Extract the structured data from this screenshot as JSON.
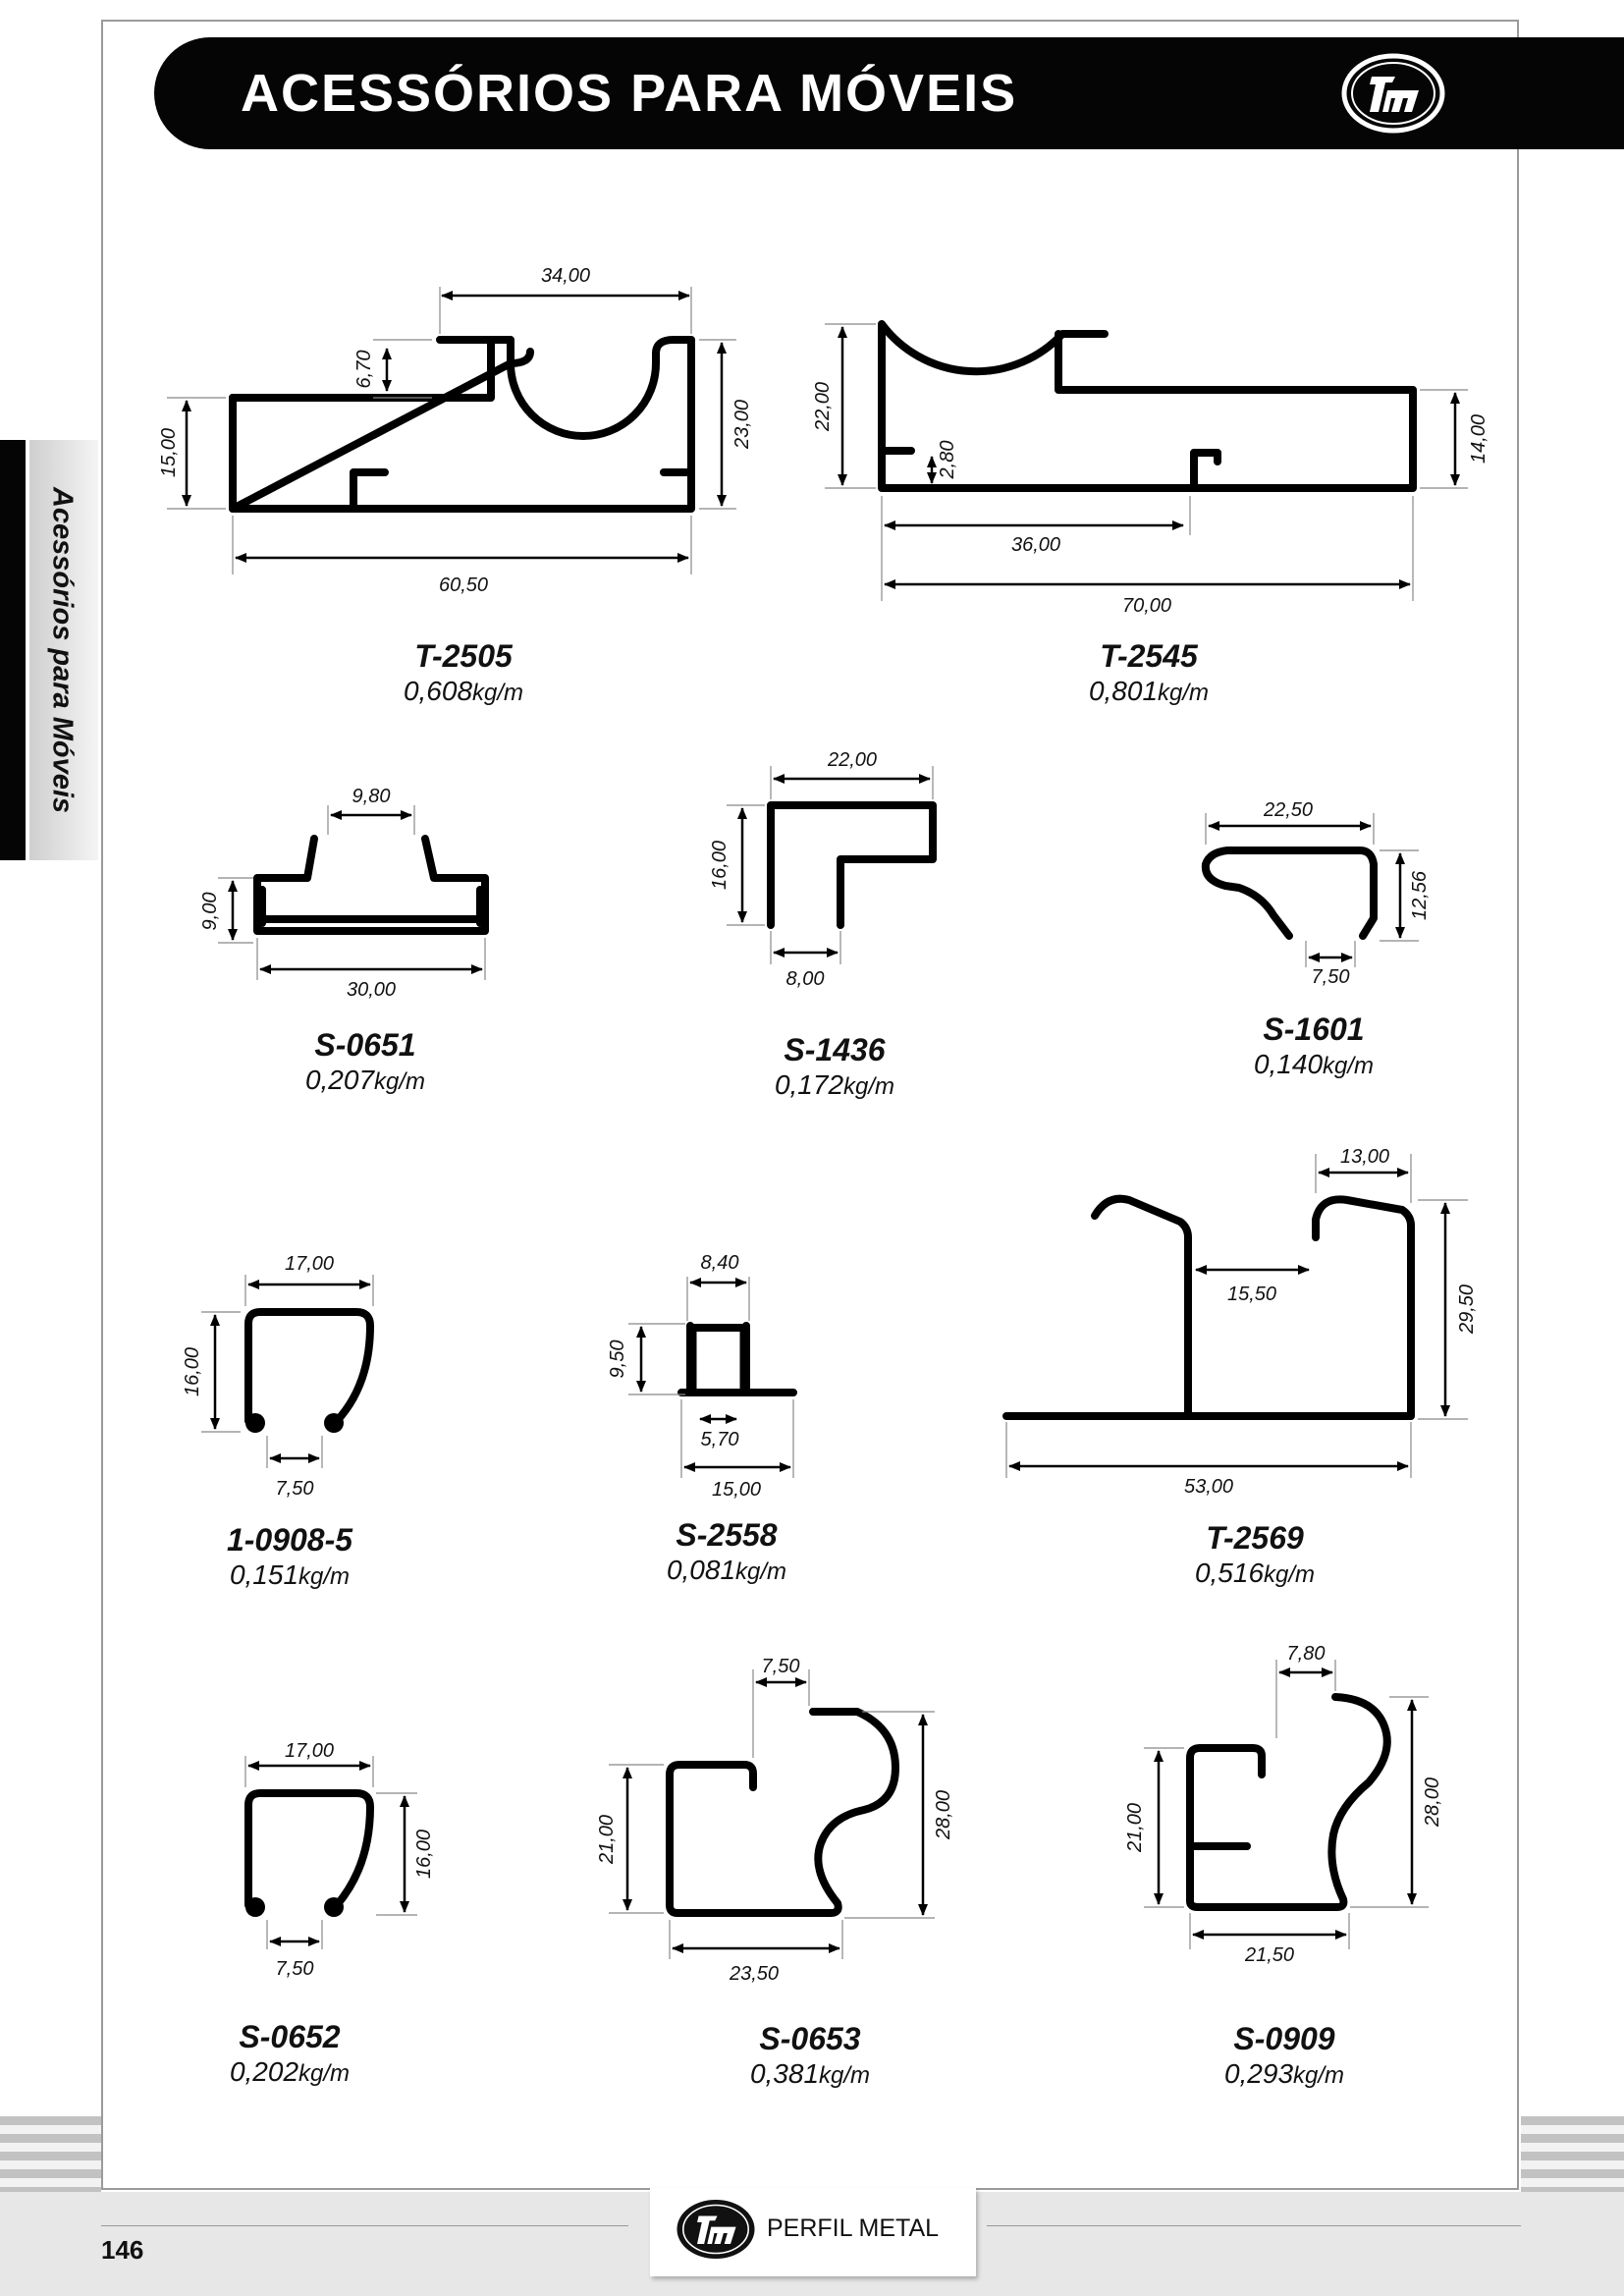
{
  "header": {
    "title": "ACESSÓRIOS PARA MÓVEIS",
    "logo_icon": "perfil-metal-logo-icon"
  },
  "side_tab": {
    "label": "Acessórios para Móveis"
  },
  "products": [
    {
      "code": "T-2505",
      "weight": "0,608",
      "unit": "kg/m",
      "dims": [
        "34,00",
        "6,70",
        "15,00",
        "23,00",
        "60,50"
      ]
    },
    {
      "code": "T-2545",
      "weight": "0,801",
      "unit": "kg/m",
      "dims": [
        "22,00",
        "2,80",
        "14,00",
        "36,00",
        "70,00"
      ]
    },
    {
      "code": "S-0651",
      "weight": "0,207",
      "unit": "kg/m",
      "dims": [
        "9,80",
        "9,00",
        "30,00"
      ]
    },
    {
      "code": "S-1436",
      "weight": "0,172",
      "unit": "kg/m",
      "dims": [
        "22,00",
        "16,00",
        "8,00"
      ]
    },
    {
      "code": "S-1601",
      "weight": "0,140",
      "unit": "kg/m",
      "dims": [
        "22,50",
        "12,56",
        "7,50"
      ]
    },
    {
      "code": "1-0908-5",
      "weight": "0,151",
      "unit": "kg/m",
      "dims": [
        "17,00",
        "16,00",
        "7,50"
      ]
    },
    {
      "code": "S-2558",
      "weight": "0,081",
      "unit": "kg/m",
      "dims": [
        "8,40",
        "9,50",
        "5,70",
        "15,00"
      ]
    },
    {
      "code": "T-2569",
      "weight": "0,516",
      "unit": "kg/m",
      "dims": [
        "13,00",
        "15,50",
        "29,50",
        "53,00"
      ]
    },
    {
      "code": "S-0652",
      "weight": "0,202",
      "unit": "kg/m",
      "dims": [
        "17,00",
        "16,00",
        "7,50"
      ]
    },
    {
      "code": "S-0653",
      "weight": "0,381",
      "unit": "kg/m",
      "dims": [
        "7,50",
        "21,00",
        "28,00",
        "23,50"
      ]
    },
    {
      "code": "S-0909",
      "weight": "0,293",
      "unit": "kg/m",
      "dims": [
        "7,80",
        "21,00",
        "28,00",
        "21,50"
      ]
    }
  ],
  "footer": {
    "brand": "PERFIL METAL",
    "page_number": "146",
    "logo_icon": "perfil-metal-logo-icon"
  }
}
